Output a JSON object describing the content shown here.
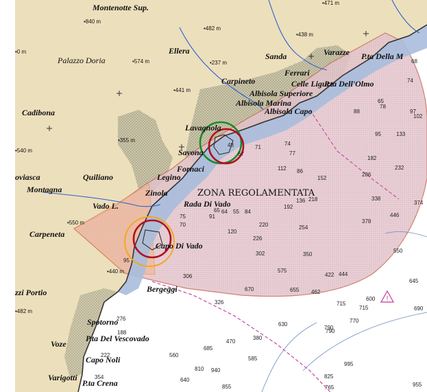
{
  "map": {
    "zone_label": "ZONA REGOLAMENTATA",
    "colors": {
      "land": "#ecdfbc",
      "sea": "#ffffff",
      "shallow": "#a9bddb",
      "zone_fill": "#e7c7cf",
      "zone_edge": "#cc6b5a",
      "coast_dark": "#333333",
      "wooded": "#b9b9a0",
      "river": "#2a5fd0",
      "red_circle": "#b01020",
      "green_circle": "#1a8a2a",
      "orange_arc": "#f5a623"
    },
    "places": [
      {
        "id": "montenotte",
        "name": "Montenotte Sup.",
        "cls": "place"
      },
      {
        "id": "palazzo-doria",
        "name": "Palazzo Doria",
        "cls": "place-it"
      },
      {
        "id": "ellera",
        "name": "Ellera",
        "cls": "place"
      },
      {
        "id": "sanda",
        "name": "Sanda",
        "cls": "place"
      },
      {
        "id": "varazze",
        "name": "Varazze",
        "cls": "place"
      },
      {
        "id": "ferrari",
        "name": "Ferrari",
        "cls": "place"
      },
      {
        "id": "celle",
        "name": "Celle Ligure",
        "cls": "place"
      },
      {
        "id": "pta-olmo",
        "name": "P.ta Dell'Olmo",
        "cls": "place"
      },
      {
        "id": "pta-della",
        "name": "P.ta Della M",
        "cls": "place"
      },
      {
        "id": "carpineto",
        "name": "Carpineto",
        "cls": "place"
      },
      {
        "id": "albisola-sup",
        "name": "Albisola Superiore",
        "cls": "place"
      },
      {
        "id": "albisola-mar",
        "name": "Albisola Marina",
        "cls": "place"
      },
      {
        "id": "albisola-capo",
        "name": "Albisola Capo",
        "cls": "place"
      },
      {
        "id": "cadibona",
        "name": "Cadibona",
        "cls": "place"
      },
      {
        "id": "lavagnola",
        "name": "Lavagnola",
        "cls": "place"
      },
      {
        "id": "savona",
        "name": "Savona",
        "cls": "place"
      },
      {
        "id": "fornaci",
        "name": "Fornaci",
        "cls": "place"
      },
      {
        "id": "legino",
        "name": "Legino",
        "cls": "place"
      },
      {
        "id": "quiliano",
        "name": "Quiliano",
        "cls": "place"
      },
      {
        "id": "roviasca",
        "name": "oviasca",
        "cls": "place"
      },
      {
        "id": "montagna",
        "name": "Montagna",
        "cls": "place"
      },
      {
        "id": "zinola",
        "name": "Zinola",
        "cls": "place"
      },
      {
        "id": "rada-vado",
        "name": "Rada Di Vado",
        "cls": "place"
      },
      {
        "id": "vado",
        "name": "Vado L.",
        "cls": "place"
      },
      {
        "id": "capo-vado",
        "name": "Capo Di Vado",
        "cls": "place"
      },
      {
        "id": "carpeneta",
        "name": "Carpeneta",
        "cls": "place"
      },
      {
        "id": "bergeggi",
        "name": "Bergeggi",
        "cls": "place"
      },
      {
        "id": "portio",
        "name": "zzi Portio",
        "cls": "place"
      },
      {
        "id": "spotorno",
        "name": "Spotorno",
        "cls": "place"
      },
      {
        "id": "voze",
        "name": "Voze",
        "cls": "place"
      },
      {
        "id": "pta-vescovado",
        "name": "P.ta Del Vescovado",
        "cls": "place"
      },
      {
        "id": "capo-noli",
        "name": "Capo Noli",
        "cls": "place"
      },
      {
        "id": "varigotti",
        "name": "Varigotti",
        "cls": "place"
      },
      {
        "id": "pta-crena",
        "name": "P.ta Crena",
        "cls": "place"
      }
    ],
    "elevations": [
      "471 m",
      "840 m",
      "482 m",
      "438 m",
      "0 m",
      "574 m",
      "237 m",
      "441 m",
      "355 m",
      "540 m",
      "550 m",
      "440 m",
      "482 m"
    ],
    "depths": [
      "68",
      "74",
      "97",
      "102",
      "65",
      "88",
      "78",
      "95",
      "133",
      "182",
      "232",
      "286",
      "338",
      "374",
      "446",
      "550",
      "645",
      "690",
      "715",
      "600",
      "444",
      "422",
      "462",
      "655",
      "670",
      "575",
      "350",
      "302",
      "254",
      "218",
      "192",
      "136",
      "112",
      "152",
      "220",
      "226",
      "120",
      "91",
      "64",
      "55",
      "84",
      "65",
      "75",
      "70",
      "48",
      "67",
      "71",
      "74",
      "77",
      "86",
      "378",
      "306",
      "326",
      "630",
      "380",
      "585",
      "470",
      "685",
      "560",
      "810",
      "790",
      "995",
      "825",
      "955",
      "765",
      "640",
      "940",
      "855",
      "95",
      "276",
      "188",
      "222",
      "354",
      "715",
      "790",
      "770"
    ]
  }
}
